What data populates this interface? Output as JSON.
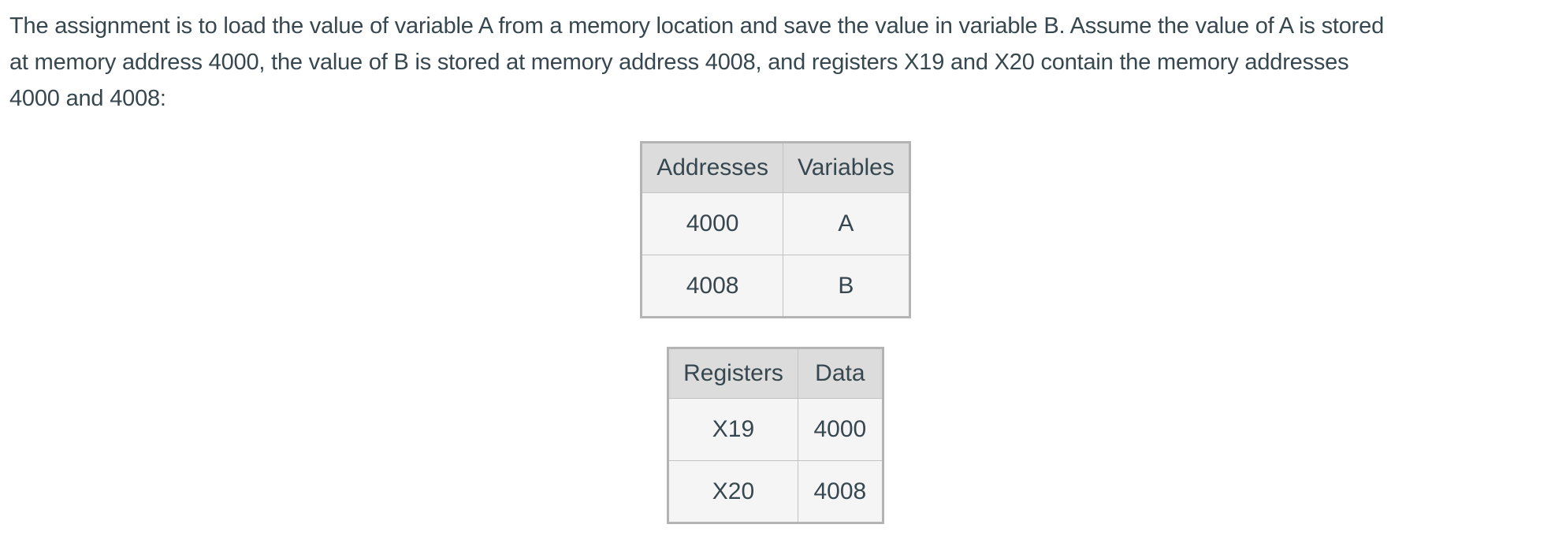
{
  "paragraph": {
    "lines": [
      "The assignment is to load the value of variable A from a memory location and save the value in variable B. Assume the value of A is stored",
      "at memory address 4000, the value of B is stored at memory address 4008, and registers X19 and X20 contain the memory addresses",
      "4000 and 4008:"
    ]
  },
  "tables": {
    "addresses": {
      "headers": [
        "Addresses",
        "Variables"
      ],
      "rows": [
        [
          "4000",
          "A"
        ],
        [
          "4008",
          "B"
        ]
      ]
    },
    "registers": {
      "headers": [
        "Registers",
        "Data"
      ],
      "rows": [
        [
          "X19",
          "4000"
        ],
        [
          "X20",
          "4008"
        ]
      ]
    }
  },
  "colors": {
    "text": "#37474f",
    "header_bg": "#dcdcdc",
    "cell_bg": "#f5f5f5",
    "outer_border": "#b4b4b4",
    "inner_border": "#c2c2c2",
    "page_bg": "#ffffff"
  }
}
